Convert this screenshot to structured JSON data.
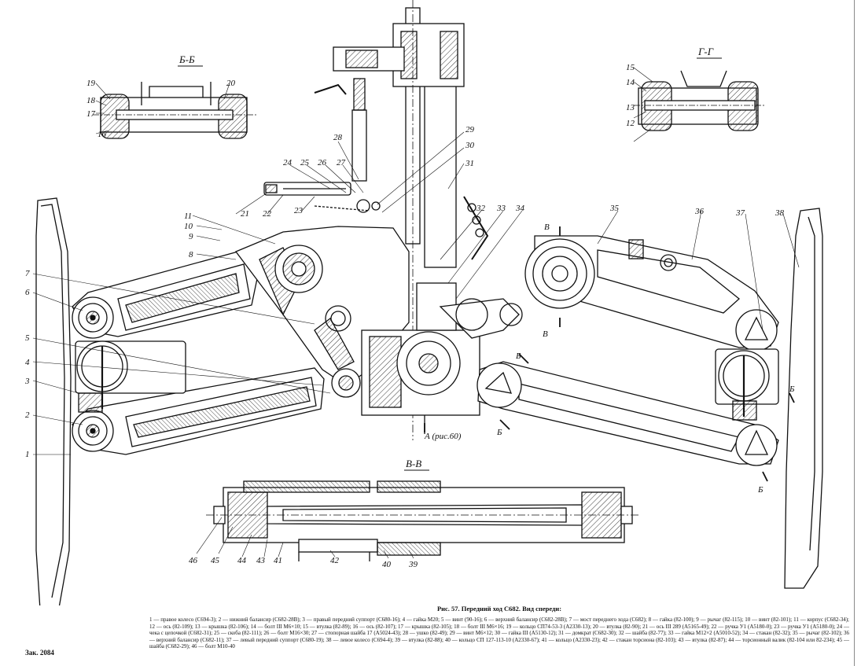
{
  "sections": {
    "b_b": "Б-Б",
    "g_g": "Г-Г",
    "v_v": "В-В"
  },
  "markers": {
    "a_ref": "А (рис.60)",
    "v_upper": "В",
    "v_lower": "В",
    "b_center": "Б",
    "b_lower": "Б",
    "b_right": "Б",
    "b_far_right": "Б"
  },
  "callouts": {
    "c1": "1",
    "c2": "2",
    "c3": "3",
    "c4": "4",
    "c5": "5",
    "c6": "6",
    "c7": "7",
    "c8": "8",
    "c9": "9",
    "c10": "10",
    "c11": "11",
    "c12": "12",
    "c13": "13",
    "c14": "14",
    "c15": "15",
    "c16": "16",
    "c17": "17",
    "c18": "18",
    "c19": "19",
    "c20": "20",
    "c21": "21",
    "c22": "22",
    "c23": "23",
    "c24": "24",
    "c25": "25",
    "c26": "26",
    "c27": "27",
    "c28": "28",
    "c29": "29",
    "c30": "30",
    "c31": "31",
    "c32": "32",
    "c33": "33",
    "c34": "34",
    "c35": "35",
    "c36": "36",
    "c37": "37",
    "c38": "38",
    "c39": "39",
    "c40": "40",
    "c41": "41",
    "c42": "42",
    "c43": "43",
    "c44": "44",
    "c45": "45",
    "c46": "46"
  },
  "caption": {
    "title": "Рис. 57. Передний ход С682. Вид спереди:",
    "body": "1 — правое колесо (С694-3); 2 — нижний балансир (С682-28В); 3 — правый передний суппорт (С680-16); 4 — гайка М20; 5 — винт (90-16); 6 — верхний балансир (С682-28В); 7 — мост переднего хода (С682); 8 — гайка (82-100); 9 — рычаг (82-115); 10 — винт (82-101); 11 — корпус (С682-34); 12 — ось (82-109); 13 — крышка (82-106); 14 — болт III М6×10; 15 — втулка (82-89); 16 — ось (82-107); 17 — крышка (82-105); 18 — болт III М6×16; 19 — кольцо СП74-53-3 (А2330-13); 20 — втулка (82-90); 21 — ось III 289 (А5165-49); 22 — ручка У1 (А5180-0); 23 — ручка У1 (А5180-0); 24 — чека с цепочкой (С682-31); 25 — скоба (82-111); 26 — болт М16×30; 27 — стопорная шайба 17 (А5024-43); 28 — ушко (82-49); 29 — винт М6×12; 30 — гайка III (А5130-12); 31 — домкрат (С682-30); 32 — шайба (82-77); 33 — гайка М12×2 (А5010-52); 34 — стакан (82-32); 35 — рычаг (82-102); 36 — верхний балансир (С682-11); 37 — левый передний суппорт (С680-19); 38 — левое колесо (С694-4); 39 — втулка (82-88); 40 — кольцо СП 127-113-10 (А2330-67); 41 — кольцо (А2330-23); 42 — стакан торсиона (82-103); 43 — втулка (82-87); 44 — торсионный валик (82-104 или 82-234); 45 — шайба (С682-29); 46 — болт М10-40"
  },
  "order_label": "Зак. 2084"
}
